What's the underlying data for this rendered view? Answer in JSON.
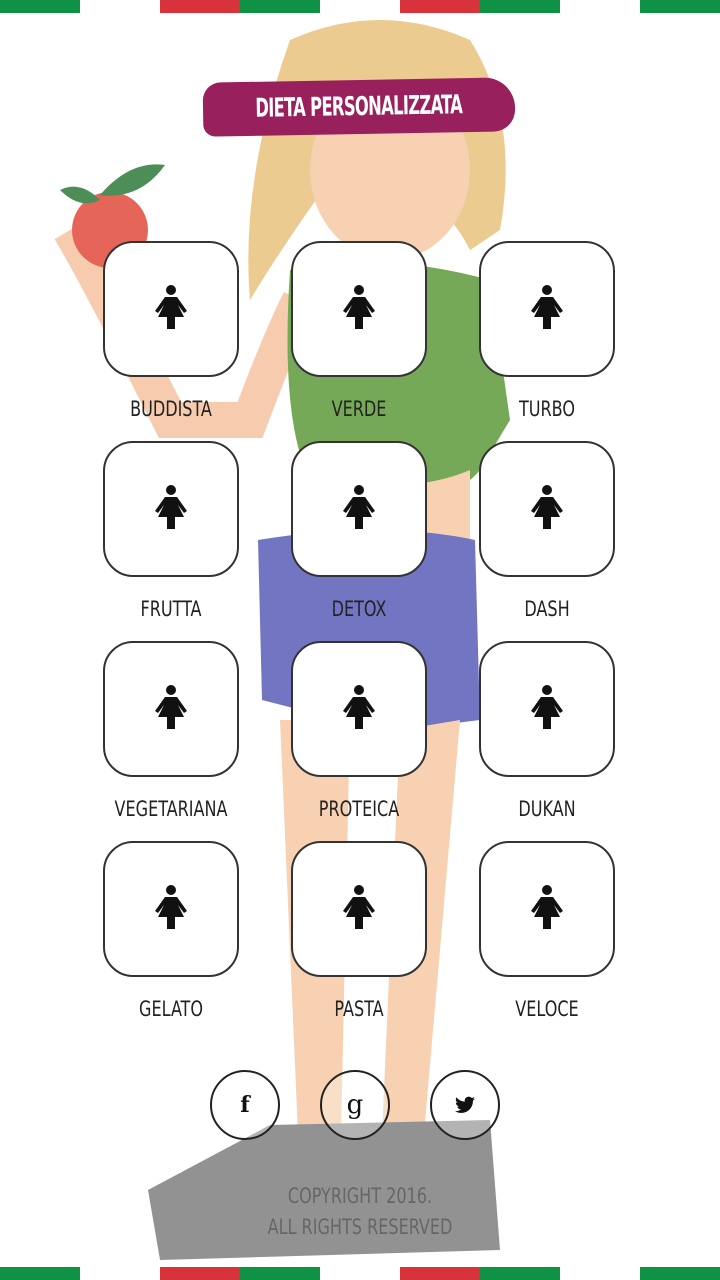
{
  "header": {
    "title": "DIETA PERSONALIZZATA"
  },
  "flag_colors": {
    "green": "#0f9146",
    "white": "#ffffff",
    "red": "#d8333b"
  },
  "accent": "#98205c",
  "diets": [
    {
      "label": "BUDDISTA",
      "icon": "female-icon"
    },
    {
      "label": "VERDE",
      "icon": "female-icon"
    },
    {
      "label": "TURBO",
      "icon": "female-icon"
    },
    {
      "label": "FRUTTA",
      "icon": "female-icon"
    },
    {
      "label": "DETOX",
      "icon": "female-icon"
    },
    {
      "label": "DASH",
      "icon": "female-icon"
    },
    {
      "label": "VEGETARIANA",
      "icon": "female-icon"
    },
    {
      "label": "PROTEICA",
      "icon": "female-icon"
    },
    {
      "label": "DUKAN",
      "icon": "female-icon"
    },
    {
      "label": "GELATO",
      "icon": "female-icon"
    },
    {
      "label": "PASTA",
      "icon": "female-icon"
    },
    {
      "label": "VELOCE",
      "icon": "female-icon"
    }
  ],
  "social": {
    "facebook": "f",
    "google": "g",
    "twitter": "twitter-icon"
  },
  "footer": {
    "line1": "COPYRIGHT 2016.",
    "line2": "ALL RIGHTS RESERVED"
  }
}
